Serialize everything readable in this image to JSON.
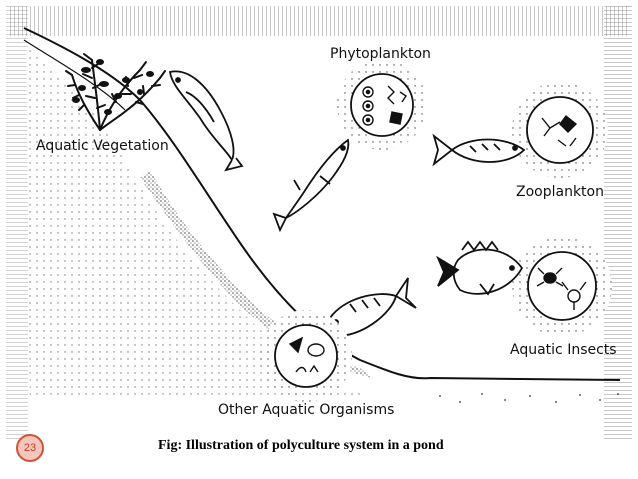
{
  "diagram": {
    "labels": {
      "phytoplankton": "Phytoplankton",
      "aquatic_vegetation": "Aquatic Vegetation",
      "zooplankton": "Zooplankton",
      "aquatic_insects": "Aquatic Insects",
      "other_organisms": "Other Aquatic Organisms"
    }
  },
  "caption": "Fig: Illustration of polyculture system in a pond",
  "page_number": "23",
  "colors": {
    "badge_fill": "#f4c7b8",
    "badge_border": "#d0503a",
    "ink": "#111111"
  }
}
